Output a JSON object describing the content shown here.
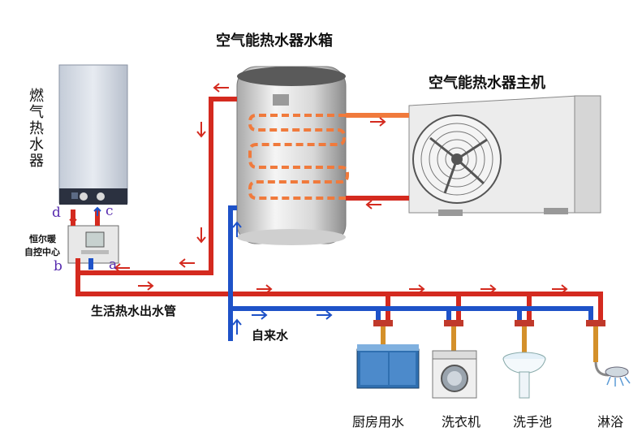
{
  "titles": {
    "tank": "空气能热水器水箱",
    "unit": "空气能热水器主机",
    "gas_heater": "燃气热水器",
    "control_center_line1": "恒尔暖",
    "control_center_line2": "自控中心"
  },
  "ports": {
    "a": "a",
    "b": "b",
    "c": "c",
    "d": "d"
  },
  "pipes": {
    "hot_outlet": "生活热水出水管",
    "cold_inlet": "自来水"
  },
  "outlets": [
    "厨房用水",
    "洗衣机",
    "洗手池",
    "淋浴"
  ],
  "colors": {
    "hot": "#d42a1f",
    "cold": "#1e52c8",
    "coil": "#f07a3c",
    "tank_body": "#d9d9d9",
    "unit_body": "#e8e8e8"
  }
}
